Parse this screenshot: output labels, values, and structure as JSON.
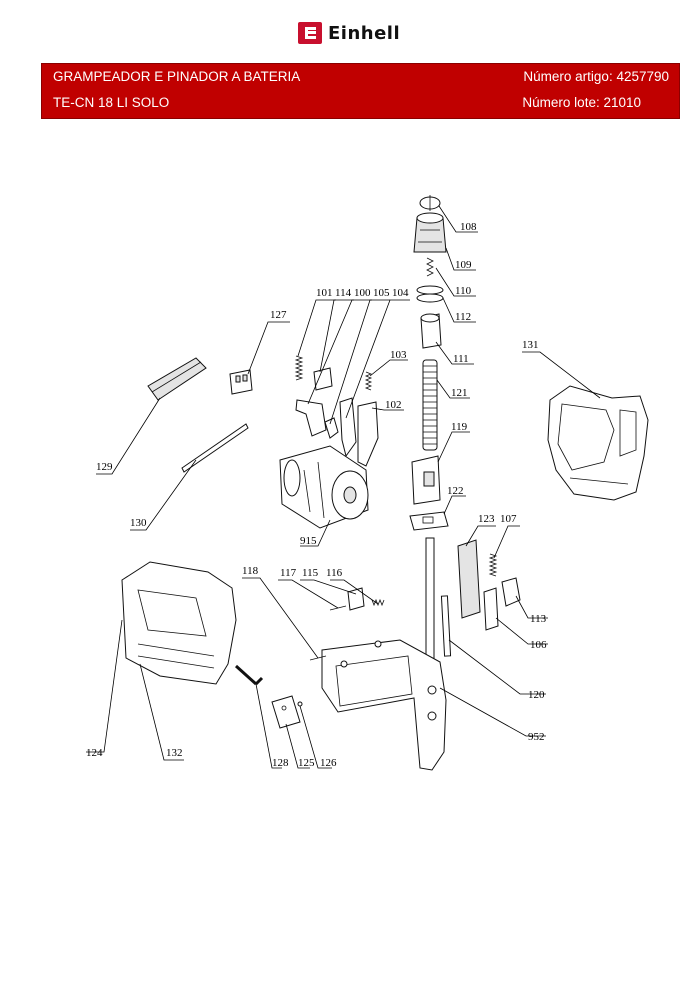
{
  "brand": {
    "name": "Einhell",
    "accent_color": "#c00000"
  },
  "header": {
    "title": "GRAMPEADOR E PINADOR A BATERIA",
    "model": "TE-CN 18 LI SOLO",
    "article_label": "Número artigo: 4257790",
    "lot_label": "Número lote: 21010"
  },
  "callouts": {
    "p108": "108",
    "p109": "109",
    "p110": "110",
    "p112": "112",
    "p111": "111",
    "p121": "121",
    "p119": "119",
    "p122": "122",
    "p101": "101",
    "p114": "114",
    "p100": "100",
    "p105": "105",
    "p104": "104",
    "p103": "103",
    "p102": "102",
    "p127": "127",
    "p131": "131",
    "p129": "129",
    "p130": "130",
    "p915": "915",
    "p123": "123",
    "p107": "107",
    "p113": "113",
    "p106": "106",
    "p118": "118",
    "p117": "117",
    "p115": "115",
    "p116": "116",
    "p120": "120",
    "p952": "952",
    "p124": "124",
    "p132": "132",
    "p128": "128",
    "p125": "125",
    "p126": "126"
  }
}
